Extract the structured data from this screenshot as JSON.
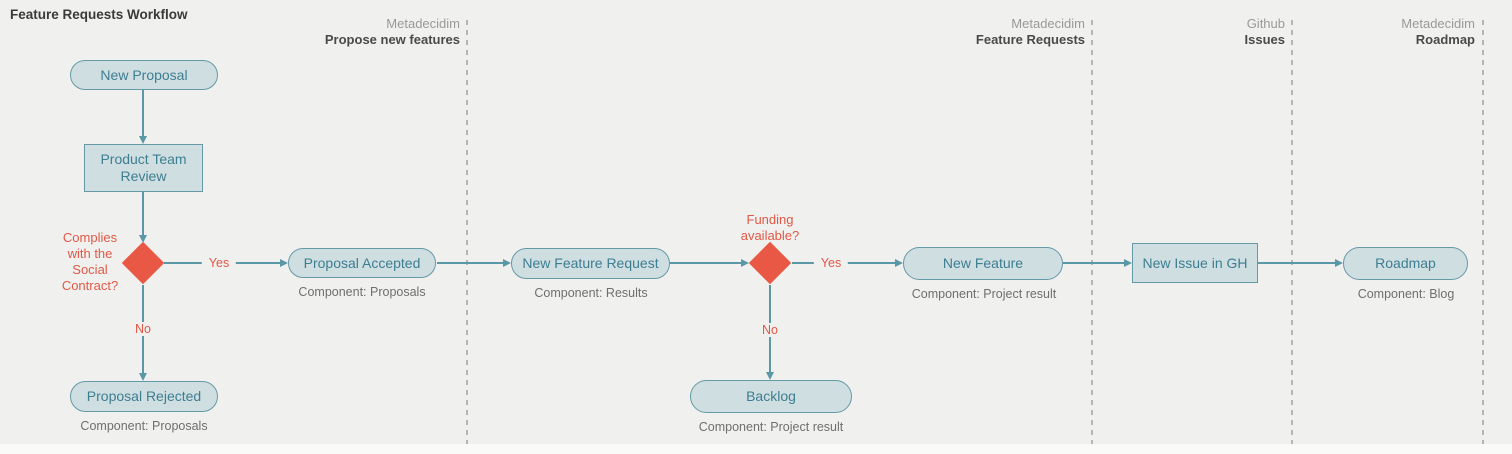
{
  "title": "Feature Requests Workflow",
  "lanes": [
    {
      "platform": "Metadecidim",
      "name": "Propose new features"
    },
    {
      "platform": "Metadecidim",
      "name": "Feature Requests"
    },
    {
      "platform": "Github",
      "name": "Issues"
    },
    {
      "platform": "Metadecidim",
      "name": "Roadmap"
    }
  ],
  "nodes": {
    "new_proposal": {
      "label": "New Proposal"
    },
    "product_team_review": {
      "label": "Product Team Review"
    },
    "proposal_accepted": {
      "label": "Proposal Accepted",
      "component": "Component: Proposals"
    },
    "proposal_rejected": {
      "label": "Proposal Rejected",
      "component": "Component: Proposals"
    },
    "new_feature_request": {
      "label": "New Feature Request",
      "component": "Component: Results"
    },
    "new_feature": {
      "label": "New Feature",
      "component": "Component: Project result"
    },
    "backlog": {
      "label": "Backlog",
      "component": "Component: Project result"
    },
    "new_issue_gh": {
      "label": "New Issue in GH"
    },
    "roadmap": {
      "label": "Roadmap",
      "component": "Component: Blog"
    }
  },
  "decisions": {
    "social_contract": {
      "question": "Complies with the Social Contract?",
      "yes": "Yes",
      "no": "No"
    },
    "funding": {
      "question": "Funding available?",
      "yes": "Yes",
      "no": "No"
    }
  },
  "colors": {
    "background": "#f0f0ee",
    "node_fill": "#cfdee1",
    "node_border": "#6699a6",
    "node_text": "#3d7e91",
    "decision_fill": "#e95844",
    "decision_text": "#e05948",
    "arrow": "#5b98a6",
    "lane_divider": "#b5b5b4",
    "lane_platform_text": "#9a9a9a",
    "lane_name_text": "#4a4a4a",
    "component_text": "#6f6f6f",
    "title_text": "#3a3a3a"
  }
}
